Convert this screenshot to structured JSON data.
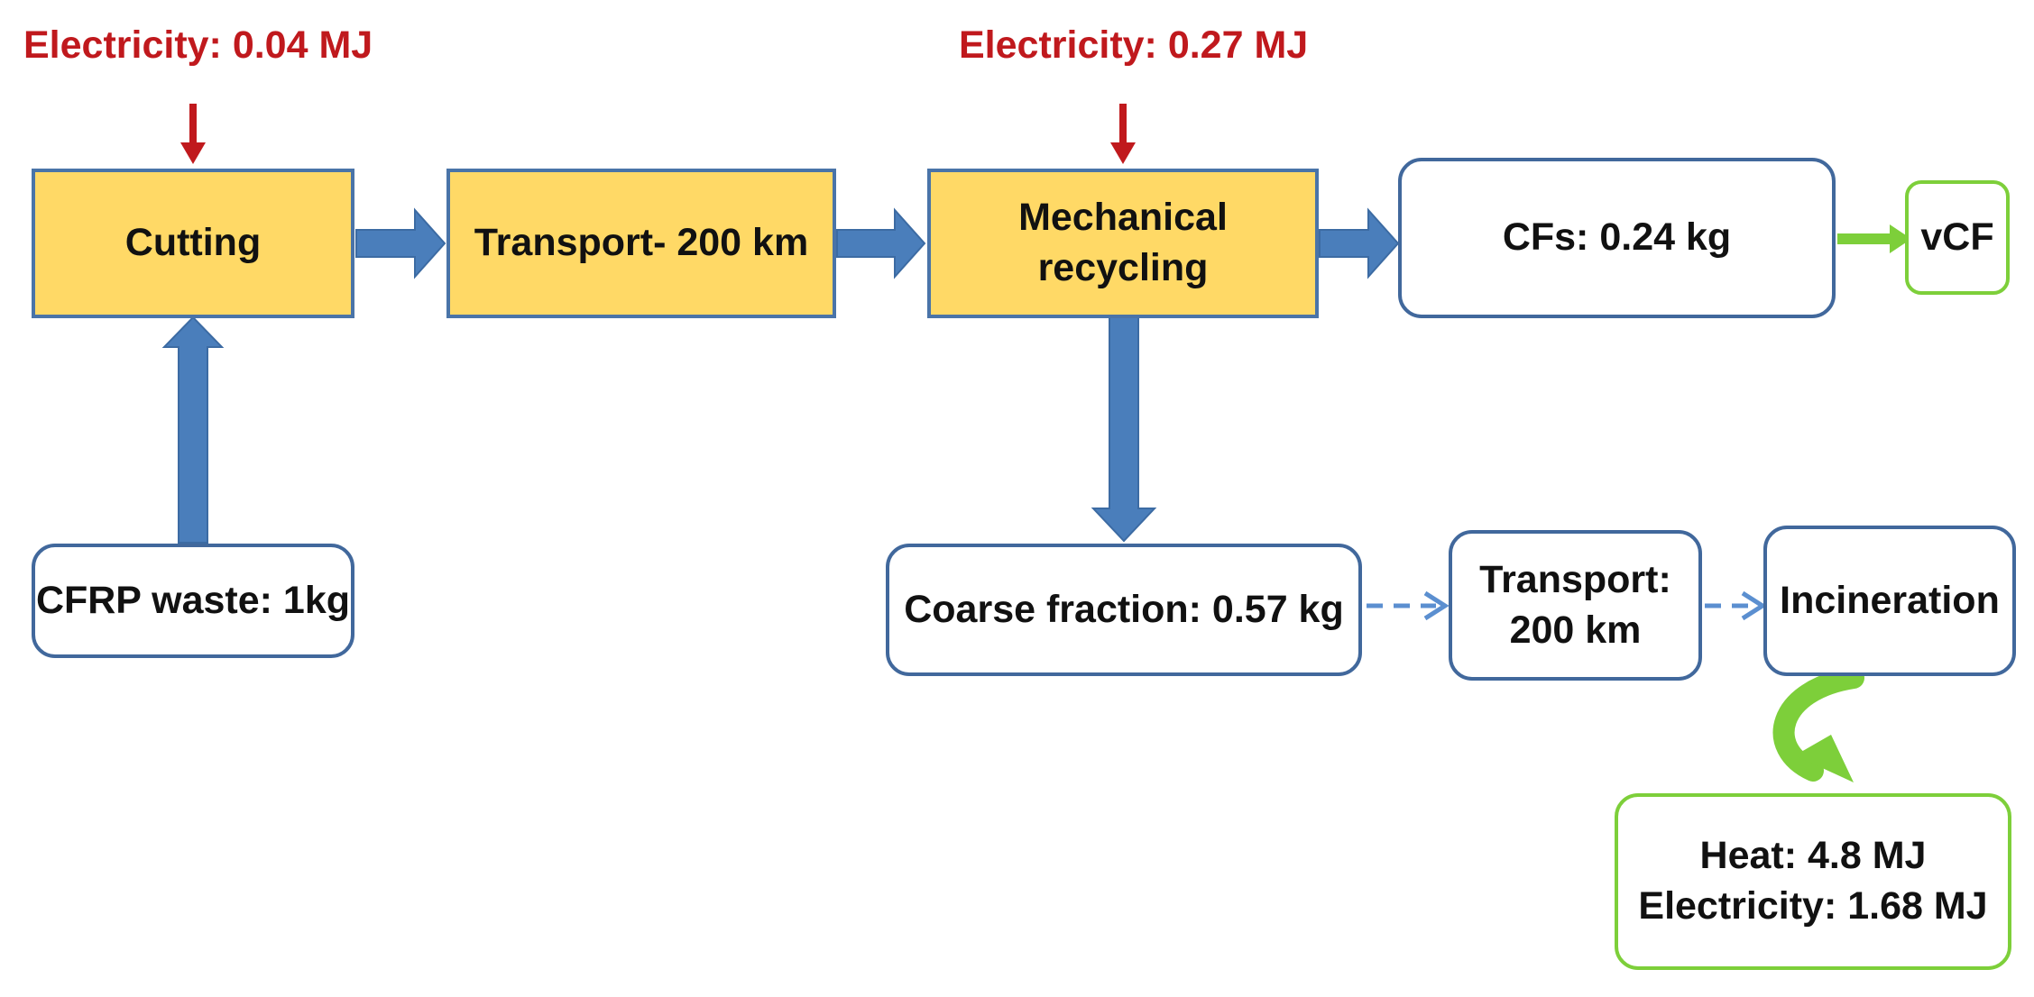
{
  "inputs": {
    "cutting_electricity": "Electricity: 0.04 MJ",
    "recycling_electricity": "Electricity: 0.27 MJ"
  },
  "processes": {
    "cutting": "Cutting",
    "transport_1": "Transport- 200 km",
    "mechanical_recycling": [
      "Mechanical",
      "recycling"
    ]
  },
  "flows": {
    "cfrp_waste": "CFRP waste: 1kg",
    "cfs": "CFs: 0.24 kg",
    "coarse_fraction": "Coarse fraction: 0.57 kg",
    "transport_2": [
      "Transport:",
      "200 km"
    ],
    "incineration": "Incineration"
  },
  "outputs": {
    "vcf": "vCF",
    "energy_recovery": [
      "Heat: 4.8 MJ",
      "Electricity: 1.68 MJ"
    ]
  },
  "colors": {
    "process_fill": "#ffd966",
    "flow_border": "#41689c",
    "main_arrow": "#4a7ebb",
    "dashed_arrow": "#5b8fd0",
    "output_green": "#7dcf3a",
    "input_red": "#c0191d"
  }
}
